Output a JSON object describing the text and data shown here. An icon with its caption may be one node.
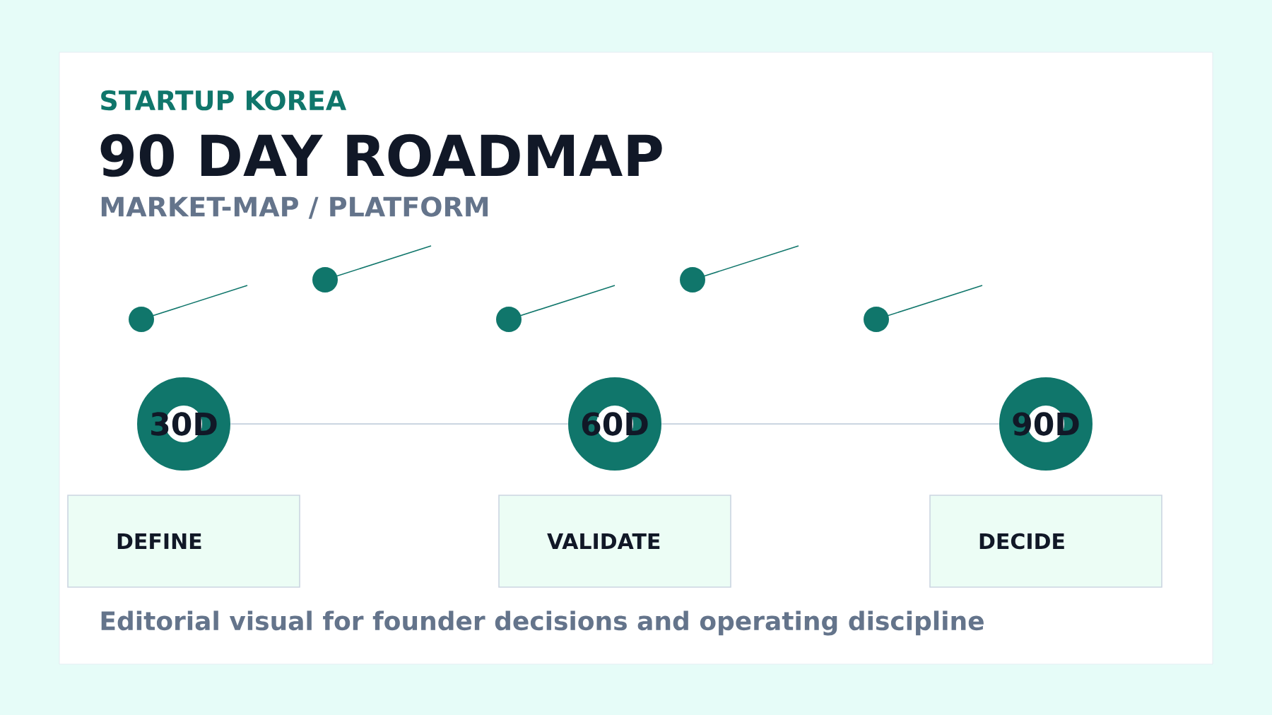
{
  "diagram": {
    "title": "90 DAY ROADMAP",
    "caption": "Editorial visual for founder decisions and operating discipline",
    "nodes": [
      {
        "text": [
          "30D"
        ]
      },
      {
        "text": [
          "60D"
        ]
      },
      {
        "text": [
          "90D"
        ]
      },
      {
        "text": [
          "DEFINE"
        ]
      },
      {
        "text": [
          "VALIDATE"
        ]
      },
      {
        "text": [
          "DECIDE"
        ]
      }
    ],
    "edges": [
      {
        "from": 0,
        "to": 1,
        "arrow": "none"
      },
      {
        "from": 1,
        "to": 2,
        "arrow": "none"
      }
    ],
    "labels": [
      "STARTUP KOREA",
      "MARKET-MAP / PLATFORM"
    ]
  }
}
